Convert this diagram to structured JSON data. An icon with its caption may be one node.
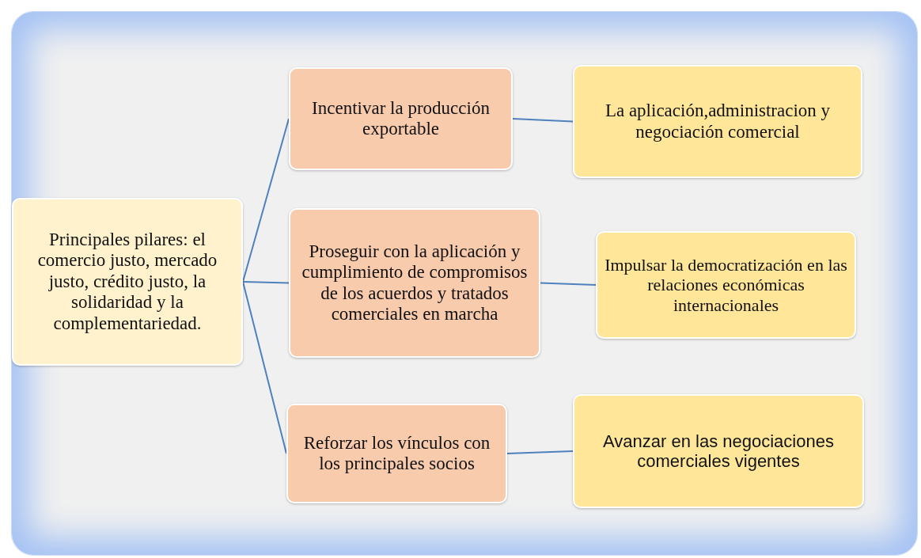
{
  "diagram": {
    "nodes": [
      {
        "text": [
          "Principales pilares: el comercio justo, mercado justo, crédito justo, la solidaridad y la complementariedad."
        ]
      },
      {
        "text": [
          "Incentivar la producción exportable"
        ]
      },
      {
        "text": [
          "Proseguir con la aplicación y cumplimiento de compromisos de los acuerdos y tratados comerciales en marcha"
        ]
      },
      {
        "text": [
          "Reforzar los vínculos con los principales socios"
        ]
      },
      {
        "text": [
          "La aplicación,administracion y negociación comercial"
        ]
      },
      {
        "text": [
          "Impulsar la democratización en las relaciones económicas internacionales"
        ]
      },
      {
        "text": [
          "Avanzar en las negociaciones comerciales vigentes"
        ]
      }
    ],
    "edges": [
      {
        "from": 0,
        "to": 1,
        "arrow": "none"
      },
      {
        "from": 0,
        "to": 2,
        "arrow": "none"
      },
      {
        "from": 0,
        "to": 3,
        "arrow": "none"
      },
      {
        "from": 1,
        "to": 4,
        "arrow": "none"
      },
      {
        "from": 2,
        "to": 5,
        "arrow": "none"
      },
      {
        "from": 3,
        "to": 6,
        "arrow": "none"
      }
    ]
  }
}
